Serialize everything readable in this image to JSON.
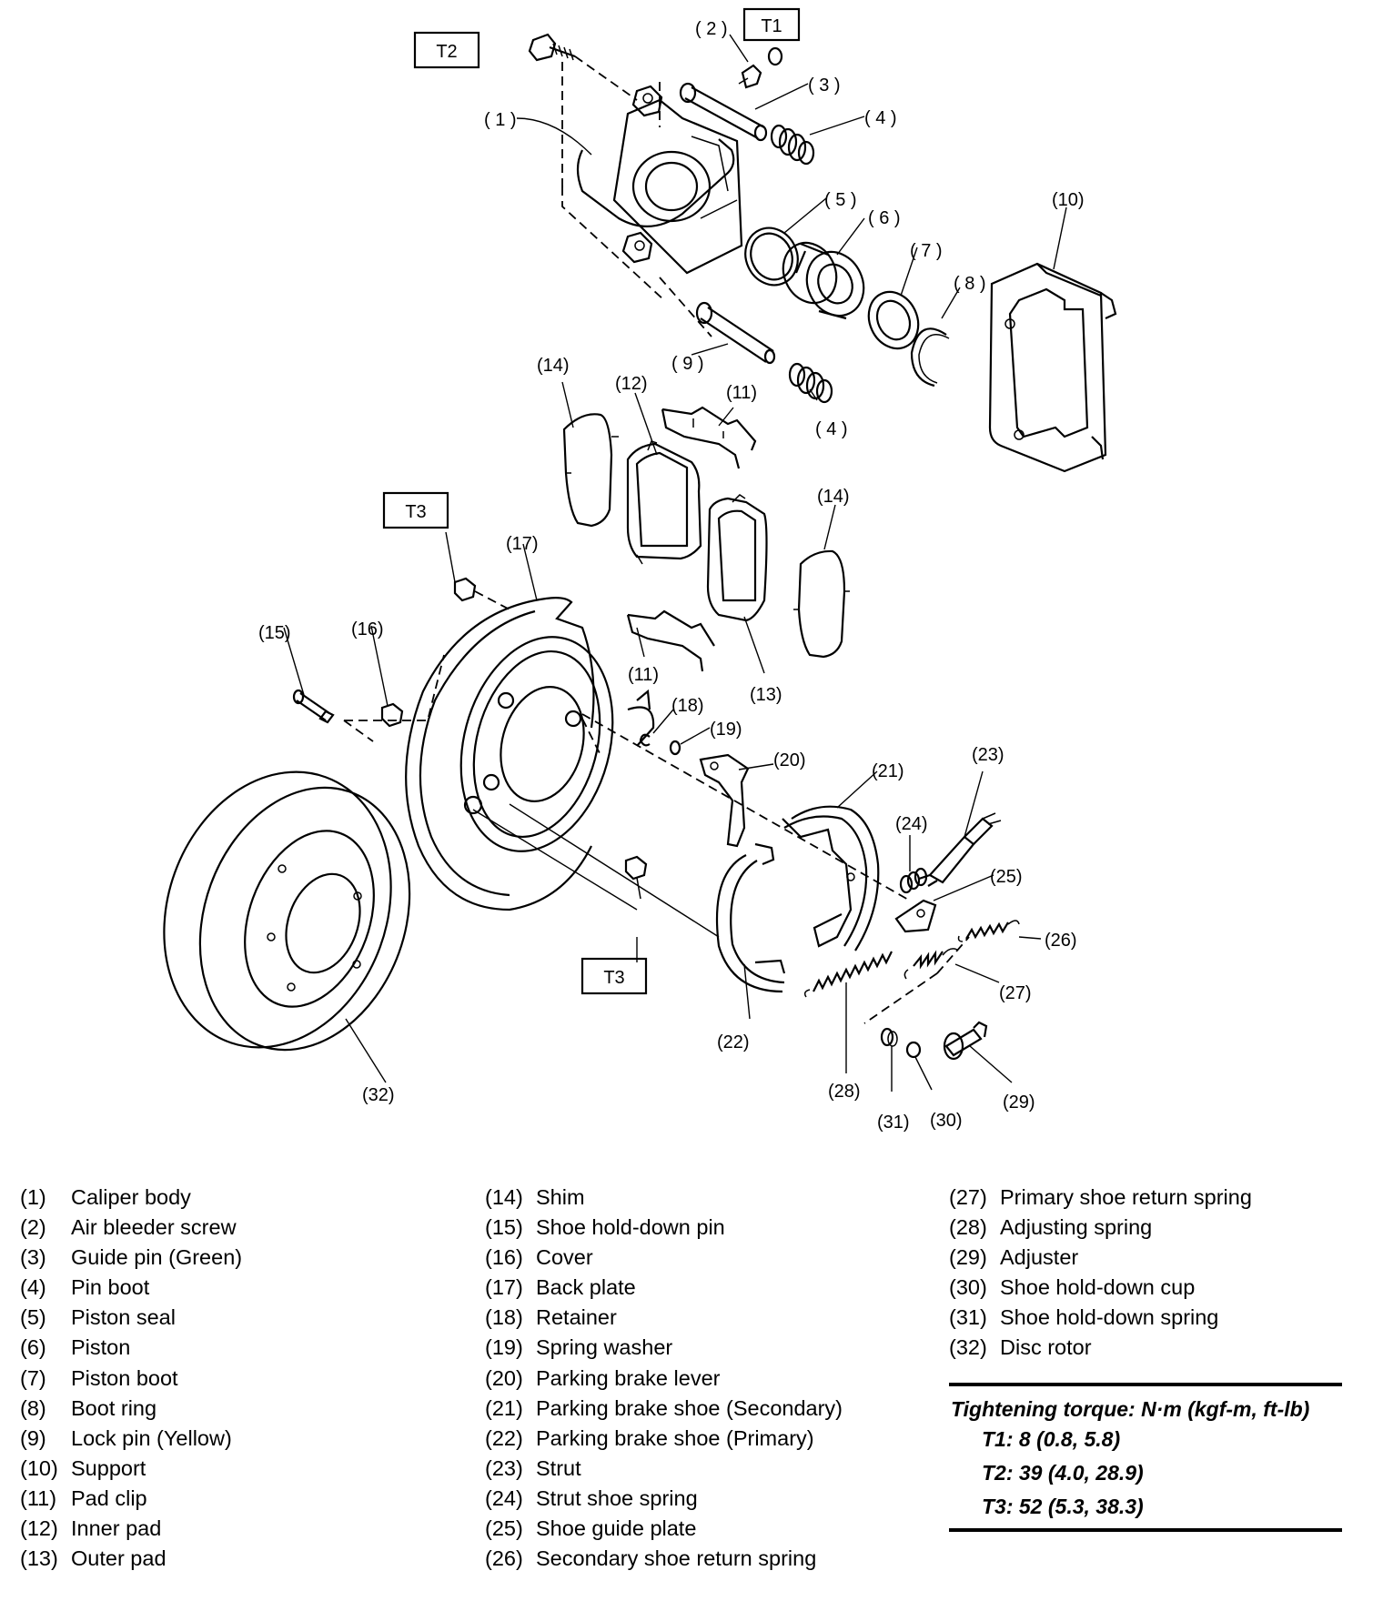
{
  "callouts": {
    "c1": "( 1 )",
    "c2": "( 2 )",
    "c3": "( 3 )",
    "c4a": "( 4 )",
    "c4b": "( 4 )",
    "c5": "( 5 )",
    "c6": "( 6 )",
    "c7": "( 7 )",
    "c8": "( 8 )",
    "c9": "( 9 )",
    "c10": "(10)",
    "c11a": "(11)",
    "c11b": "(11)",
    "c12": "(12)",
    "c13": "(13)",
    "c14a": "(14)",
    "c14b": "(14)",
    "c15": "(15)",
    "c16": "(16)",
    "c17": "(17)",
    "c18": "(18)",
    "c19": "(19)",
    "c20": "(20)",
    "c21": "(21)",
    "c22": "(22)",
    "c23": "(23)",
    "c24": "(24)",
    "c25": "(25)",
    "c26": "(26)",
    "c27": "(27)",
    "c28": "(28)",
    "c29": "(29)",
    "c30": "(30)",
    "c31": "(31)",
    "c32": "(32)",
    "t1": "T1",
    "t2": "T2",
    "t3a": "T3",
    "t3b": "T3"
  },
  "legend": {
    "col1": [
      {
        "num": "(1)",
        "name": "Caliper body"
      },
      {
        "num": "(2)",
        "name": "Air bleeder screw"
      },
      {
        "num": "(3)",
        "name": "Guide pin (Green)"
      },
      {
        "num": "(4)",
        "name": "Pin boot"
      },
      {
        "num": "(5)",
        "name": "Piston seal"
      },
      {
        "num": "(6)",
        "name": "Piston"
      },
      {
        "num": "(7)",
        "name": "Piston boot"
      },
      {
        "num": "(8)",
        "name": "Boot ring"
      },
      {
        "num": "(9)",
        "name": "Lock pin (Yellow)"
      },
      {
        "num": "(10)",
        "name": "Support"
      },
      {
        "num": "(11)",
        "name": "Pad clip"
      },
      {
        "num": "(12)",
        "name": "Inner pad"
      },
      {
        "num": "(13)",
        "name": "Outer pad"
      }
    ],
    "col2": [
      {
        "num": "(14)",
        "name": "Shim"
      },
      {
        "num": "(15)",
        "name": "Shoe hold-down pin"
      },
      {
        "num": "(16)",
        "name": "Cover"
      },
      {
        "num": "(17)",
        "name": "Back plate"
      },
      {
        "num": "(18)",
        "name": "Retainer"
      },
      {
        "num": "(19)",
        "name": "Spring washer"
      },
      {
        "num": "(20)",
        "name": "Parking brake lever"
      },
      {
        "num": "(21)",
        "name": "Parking brake shoe (Secondary)"
      },
      {
        "num": "(22)",
        "name": "Parking brake shoe (Primary)"
      },
      {
        "num": "(23)",
        "name": "Strut"
      },
      {
        "num": "(24)",
        "name": "Strut shoe spring"
      },
      {
        "num": "(25)",
        "name": "Shoe guide plate"
      },
      {
        "num": "(26)",
        "name": "Secondary shoe return spring"
      }
    ],
    "col3": [
      {
        "num": "(27)",
        "name": "Primary shoe return spring"
      },
      {
        "num": "(28)",
        "name": "Adjusting spring"
      },
      {
        "num": "(29)",
        "name": "Adjuster"
      },
      {
        "num": "(30)",
        "name": "Shoe hold-down cup"
      },
      {
        "num": "(31)",
        "name": "Shoe hold-down spring"
      },
      {
        "num": "(32)",
        "name": "Disc rotor"
      }
    ]
  },
  "torque": {
    "title": "Tightening torque: N·m (kgf-m, ft-lb)",
    "t1": "T1: 8 (0.8, 5.8)",
    "t2": "T2: 39 (4.0, 28.9)",
    "t3": "T3: 52 (5.3, 38.3)"
  }
}
